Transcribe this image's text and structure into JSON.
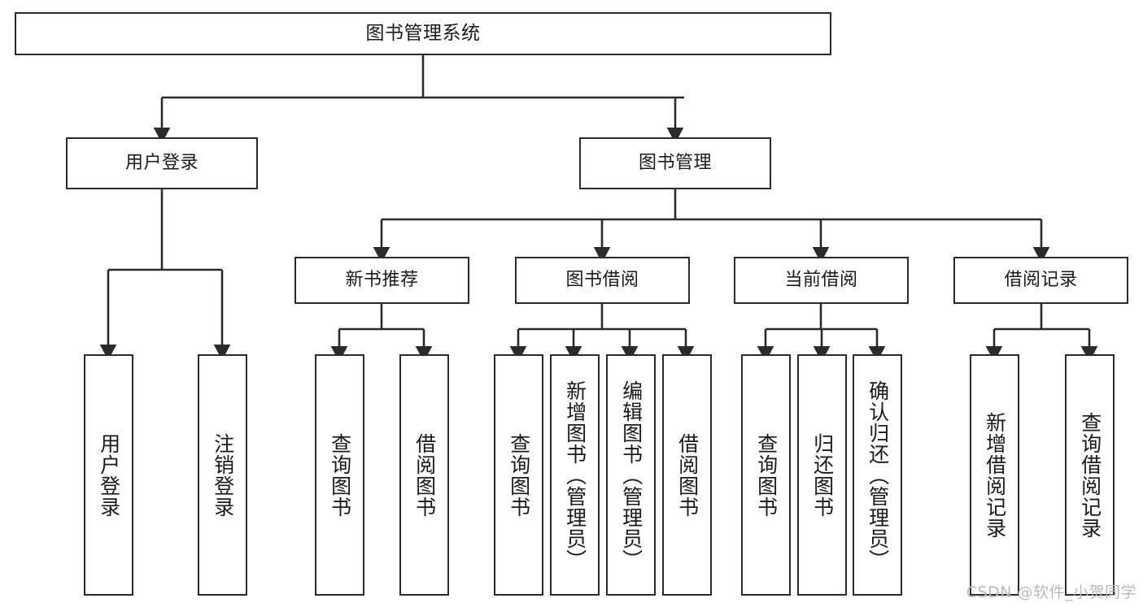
{
  "diagram": {
    "title": "图书管理系统",
    "watermark": "CSDN @软件_小贺同学",
    "colors": {
      "box_border": "#2b2b2b",
      "box_fill": "#ffffff",
      "edge": "#2b2b2b",
      "text": "#1a1a1a",
      "watermark": "#b9b9b9",
      "background": "#ffffff"
    },
    "levels": {
      "root": {
        "label": "图书管理系统"
      },
      "level2": [
        {
          "label": "用户登录"
        },
        {
          "label": "图书管理"
        }
      ],
      "level3": [
        {
          "label": "新书推荐"
        },
        {
          "label": "图书借阅"
        },
        {
          "label": "当前借阅"
        },
        {
          "label": "借阅记录"
        }
      ],
      "leaves_user_login": [
        {
          "label": "用户登录"
        },
        {
          "label": "注销登录"
        }
      ],
      "leaves_new_book": [
        {
          "label": "查询图书"
        },
        {
          "label": "借阅图书"
        }
      ],
      "leaves_borrow": [
        {
          "label": "查询图书"
        },
        {
          "label": "新增图书（管理员）"
        },
        {
          "label": "编辑图书（管理员）"
        },
        {
          "label": "借阅图书"
        }
      ],
      "leaves_current": [
        {
          "label": "查询图书"
        },
        {
          "label": "归还图书"
        },
        {
          "label": "确认归还（管理员）"
        }
      ],
      "leaves_records": [
        {
          "label": "新增借阅记录"
        },
        {
          "label": "查询借阅记录"
        }
      ]
    }
  }
}
